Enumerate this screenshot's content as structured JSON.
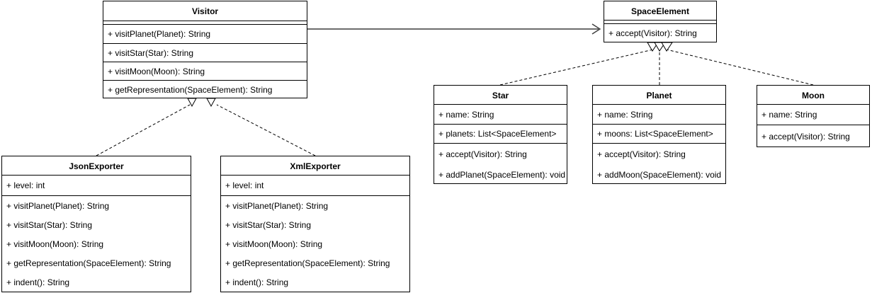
{
  "diagram": {
    "type": "uml-class-diagram",
    "title": "Visitor pattern space element class diagram",
    "stroke_color": "#000000",
    "background_color": "#ffffff"
  },
  "classes": {
    "visitor": {
      "name": "Visitor",
      "attributes": [],
      "methods": [
        "+ visitPlanet(Planet): String",
        "+ visitStar(Star): String",
        "+ visitMoon(Moon): String",
        "+ getRepresentation(SpaceElement): String"
      ]
    },
    "space_element": {
      "name": "SpaceElement",
      "attributes": [],
      "methods": [
        "+ accept(Visitor): String"
      ]
    },
    "star": {
      "name": "Star",
      "attributes": [
        "+ name: String",
        "+ planets: List<SpaceElement>"
      ],
      "methods": [
        "+ accept(Visitor): String",
        "+ addPlanet(SpaceElement): void"
      ]
    },
    "planet": {
      "name": "Planet",
      "attributes": [
        "+ name: String",
        "+ moons: List<SpaceElement>"
      ],
      "methods": [
        "+ accept(Visitor): String",
        "+ addMoon(SpaceElement): void"
      ]
    },
    "moon": {
      "name": "Moon",
      "attributes": [
        "+ name: String"
      ],
      "methods": [
        "+ accept(Visitor): String"
      ]
    },
    "json_exporter": {
      "name": "JsonExporter",
      "attributes": [
        "+ level: int"
      ],
      "methods": [
        "+ visitPlanet(Planet): String",
        "+ visitStar(Star): String",
        "+ visitMoon(Moon): String",
        "+ getRepresentation(SpaceElement): String",
        "+ indent(): String"
      ]
    },
    "xml_exporter": {
      "name": "XmlExporter",
      "attributes": [
        "+ level: int"
      ],
      "methods": [
        "+ visitPlanet(Planet): String",
        "+ visitStar(Star): String",
        "+ visitMoon(Moon): String",
        "+ getRepresentation(SpaceElement): String",
        "+ indent(): String"
      ]
    }
  },
  "relations": [
    {
      "id": "visitor-to-spaceelement",
      "kind": "association",
      "from": "Visitor",
      "to": "SpaceElement",
      "line": "solid",
      "arrowhead": "open"
    },
    {
      "id": "jsonexporter-realizes-visitor",
      "kind": "realization",
      "from": "JsonExporter",
      "to": "Visitor",
      "line": "dashed",
      "arrowhead": "hollow-triangle"
    },
    {
      "id": "xmlexporter-realizes-visitor",
      "kind": "realization",
      "from": "XmlExporter",
      "to": "Visitor",
      "line": "dashed",
      "arrowhead": "hollow-triangle"
    },
    {
      "id": "star-realizes-spaceelement",
      "kind": "realization",
      "from": "Star",
      "to": "SpaceElement",
      "line": "dashed",
      "arrowhead": "hollow-triangle"
    },
    {
      "id": "planet-realizes-spaceelement",
      "kind": "realization",
      "from": "Planet",
      "to": "SpaceElement",
      "line": "dashed",
      "arrowhead": "hollow-triangle"
    },
    {
      "id": "moon-realizes-spaceelement",
      "kind": "realization",
      "from": "Moon",
      "to": "SpaceElement",
      "line": "dashed",
      "arrowhead": "hollow-triangle"
    }
  ]
}
